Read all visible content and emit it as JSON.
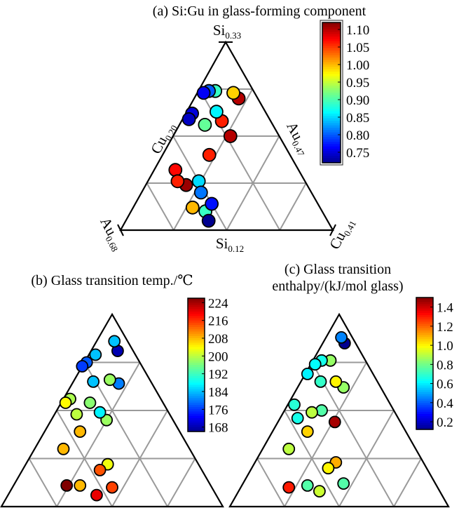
{
  "chart_data": [
    {
      "id": "a",
      "type": "scatter",
      "title": "(a) Si:Gu in glass-forming component",
      "corner_labels": {
        "top": {
          "base": "Si",
          "sub": "0.33"
        },
        "left": {
          "base": "Au",
          "sub": "0.68"
        },
        "right": {
          "base": "Cu",
          "sub": "0.41"
        }
      },
      "side_labels": {
        "left": {
          "base": "Cu",
          "sub": "0.20"
        },
        "right": {
          "base": "Au",
          "sub": "0.47"
        },
        "bottom": {
          "base": "Si",
          "sub": "0.12"
        }
      },
      "colorbar": {
        "min": 0.72,
        "max": 1.12,
        "ticks": [
          1.1,
          1.05,
          1.0,
          0.95,
          0.9,
          0.85,
          0.8,
          0.75
        ],
        "tick_labels": [
          "1.10",
          "1.05",
          "1.00",
          "0.95",
          "0.90",
          "0.85",
          "0.80",
          "0.75"
        ]
      },
      "points": [
        {
          "u": 0.19,
          "v": 0.57,
          "value": 1.11
        },
        {
          "u": 0.1,
          "v": 0.58,
          "value": 1.07
        },
        {
          "u": 0.14,
          "v": 0.6,
          "value": 1.06
        },
        {
          "u": 0.28,
          "v": 0.6,
          "value": 1.0
        },
        {
          "u": 0.35,
          "v": 0.55,
          "value": 0.89
        },
        {
          "u": 0.22,
          "v": 0.38,
          "value": 1.06
        },
        {
          "u": 0.12,
          "v": 0.32,
          "value": 0.91
        },
        {
          "u": 0.24,
          "v": 0.5,
          "value": 0.85
        },
        {
          "u": 0.28,
          "v": 0.52,
          "value": 0.81
        },
        {
          "u": 0.36,
          "v": 0.5,
          "value": 0.77
        },
        {
          "u": 0.39,
          "v": 0.56,
          "value": 0.72
        },
        {
          "u": 0.27,
          "v": 0.23,
          "value": 1.1
        },
        {
          "u": 0.19,
          "v": 0.23,
          "value": 1.06
        },
        {
          "u": 0.21,
          "v": 0.09,
          "value": 1.1
        },
        {
          "u": 0.17,
          "v": 0.1,
          "value": 0.99
        },
        {
          "u": 0.14,
          "v": 0.23,
          "value": 0.86
        },
        {
          "u": 0.08,
          "v": 0.18,
          "value": 0.89
        },
        {
          "u": 0.05,
          "v": 0.21,
          "value": 0.8
        },
        {
          "u": 0.03,
          "v": 0.24,
          "value": 0.76
        },
        {
          "u": 0.03,
          "v": 0.35,
          "value": 0.75
        },
        {
          "u": 0.03,
          "v": 0.38,
          "value": 0.74
        }
      ]
    },
    {
      "id": "b",
      "type": "scatter",
      "title": "(b) Glass transition temp./℃",
      "colorbar": {
        "min": 166,
        "max": 226,
        "ticks": [
          224,
          216,
          208,
          200,
          192,
          184,
          176,
          168
        ],
        "tick_labels": [
          "224",
          "216",
          "208",
          "200",
          "192",
          "184",
          "176",
          "168"
        ]
      },
      "points": [
        {
          "u": 0.45,
          "v": 0.45,
          "value": 215
        },
        {
          "u": 0.37,
          "v": 0.41,
          "value": 203
        },
        {
          "u": 0.35,
          "v": 0.46,
          "value": 214
        },
        {
          "u": 0.4,
          "v": 0.54,
          "value": 220
        },
        {
          "u": 0.3,
          "v": 0.59,
          "value": 208
        },
        {
          "u": 0.24,
          "v": 0.65,
          "value": 226
        },
        {
          "u": 0.25,
          "v": 0.3,
          "value": 198
        },
        {
          "u": 0.16,
          "v": 0.45,
          "value": 208
        },
        {
          "u": 0.13,
          "v": 0.57,
          "value": 208
        },
        {
          "u": 0.2,
          "v": 0.31,
          "value": 187
        },
        {
          "u": 0.13,
          "v": 0.33,
          "value": 197
        },
        {
          "u": 0.1,
          "v": 0.42,
          "value": 200
        },
        {
          "u": 0.21,
          "v": 0.15,
          "value": 180
        },
        {
          "u": 0.16,
          "v": 0.18,
          "value": 198
        },
        {
          "u": 0.12,
          "v": 0.07,
          "value": 168
        },
        {
          "u": 0.08,
          "v": 0.06,
          "value": 184
        },
        {
          "u": 0.09,
          "v": 0.26,
          "value": 184
        },
        {
          "u": 0.03,
          "v": 0.18,
          "value": 184
        },
        {
          "u": 0.01,
          "v": 0.24,
          "value": 178
        },
        {
          "u": 0.0,
          "v": 0.27,
          "value": 176
        },
        {
          "u": 0.03,
          "v": 0.41,
          "value": 199
        },
        {
          "u": 0.02,
          "v": 0.44,
          "value": 204
        }
      ]
    },
    {
      "id": "c",
      "type": "scatter",
      "title": [
        "(c) Glass transition",
        "enthalpy/(kJ/mol glass)"
      ],
      "colorbar": {
        "min": 0.12,
        "max": 1.5,
        "ticks": [
          1.4,
          1.2,
          1.0,
          0.8,
          0.6,
          0.4,
          0.2
        ],
        "tick_labels": [
          "1.4",
          "1.2",
          "1.0",
          "0.8",
          "0.6",
          "0.4",
          "0.2"
        ]
      },
      "points": [
        {
          "u": 0.46,
          "v": 0.42,
          "value": 0.75
        },
        {
          "u": 0.37,
          "v": 0.4,
          "value": 1.1
        },
        {
          "u": 0.35,
          "v": 0.45,
          "value": 1.0
        },
        {
          "u": 0.37,
          "v": 0.55,
          "value": 0.92
        },
        {
          "u": 0.3,
          "v": 0.59,
          "value": 0.75
        },
        {
          "u": 0.22,
          "v": 0.68,
          "value": 1.3
        },
        {
          "u": 0.26,
          "v": 0.3,
          "value": 1.45
        },
        {
          "u": 0.16,
          "v": 0.45,
          "value": 1.05
        },
        {
          "u": 0.12,
          "v": 0.58,
          "value": 0.9
        },
        {
          "u": 0.17,
          "v": 0.33,
          "value": 0.75
        },
        {
          "u": 0.13,
          "v": 0.38,
          "value": 0.9
        },
        {
          "u": 0.08,
          "v": 0.46,
          "value": 0.65
        },
        {
          "u": 0.21,
          "v": 0.17,
          "value": 0.85
        },
        {
          "u": 0.16,
          "v": 0.19,
          "value": 1.0
        },
        {
          "u": 0.08,
          "v": 0.16,
          "value": 0.85
        },
        {
          "u": 0.1,
          "v": 0.05,
          "value": 0.12
        },
        {
          "u": 0.07,
          "v": 0.05,
          "value": 0.45
        },
        {
          "u": 0.09,
          "v": 0.26,
          "value": 0.7
        },
        {
          "u": 0.04,
          "v": 0.2,
          "value": 0.65
        },
        {
          "u": 0.02,
          "v": 0.24,
          "value": 0.62
        },
        {
          "u": 0.01,
          "v": 0.3,
          "value": 0.6
        },
        {
          "u": 0.03,
          "v": 0.44,
          "value": 0.68
        }
      ]
    }
  ]
}
